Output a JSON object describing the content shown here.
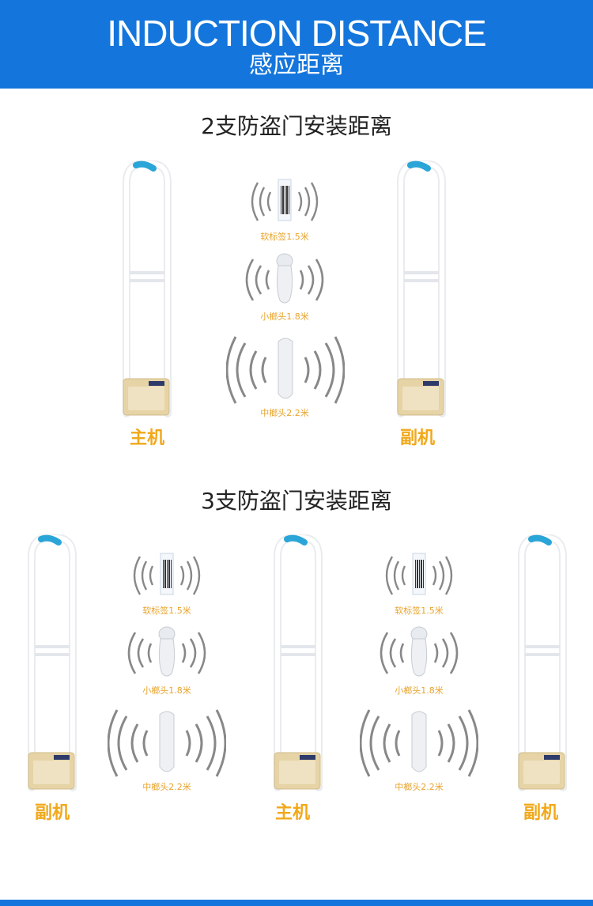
{
  "header": {
    "title_en": "INDUCTION DISTANCE",
    "title_zh": "感应距离"
  },
  "section1": {
    "title": "2支防盗门安装距离",
    "left_label": "主机",
    "right_label": "副机",
    "tags": [
      {
        "label": "软标签1.5米",
        "icon": "barcode-soft-tag-icon"
      },
      {
        "label": "小榔头1.8米",
        "icon": "small-hard-tag-icon"
      },
      {
        "label": "中榔头2.2米",
        "icon": "medium-hard-tag-icon"
      }
    ]
  },
  "section2": {
    "title": "3支防盗门安装距离",
    "labels": [
      "副机",
      "主机",
      "副机"
    ],
    "tags_left": [
      {
        "label": "软标签1.5米",
        "icon": "barcode-soft-tag-icon"
      },
      {
        "label": "小榔头1.8米",
        "icon": "small-hard-tag-icon"
      },
      {
        "label": "中榔头2.2米",
        "icon": "medium-hard-tag-icon"
      }
    ],
    "tags_right": [
      {
        "label": "软标签1.5米",
        "icon": "barcode-soft-tag-icon"
      },
      {
        "label": "小榔头1.8米",
        "icon": "small-hard-tag-icon"
      },
      {
        "label": "中榔头2.2米",
        "icon": "medium-hard-tag-icon"
      }
    ]
  },
  "colors": {
    "brand_blue": "#1476dc",
    "label_orange": "#f1a81a",
    "tag_text": "#e8a42c",
    "gate_accent": "#2aa5d8",
    "gate_base": "#e6d3a6"
  }
}
